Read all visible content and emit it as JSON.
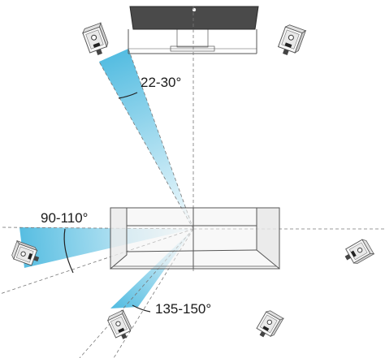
{
  "diagram": {
    "angle_labels": {
      "front": "22-30°",
      "side": "90-110°",
      "rear": "135-150°"
    },
    "colors": {
      "beam": "#49b8df",
      "tv": "#4a4a4a",
      "outline": "#555555",
      "sofa_fill": "#f1f1f1",
      "guide_line": "#777777"
    },
    "speaker_icon": "speaker-icon"
  }
}
